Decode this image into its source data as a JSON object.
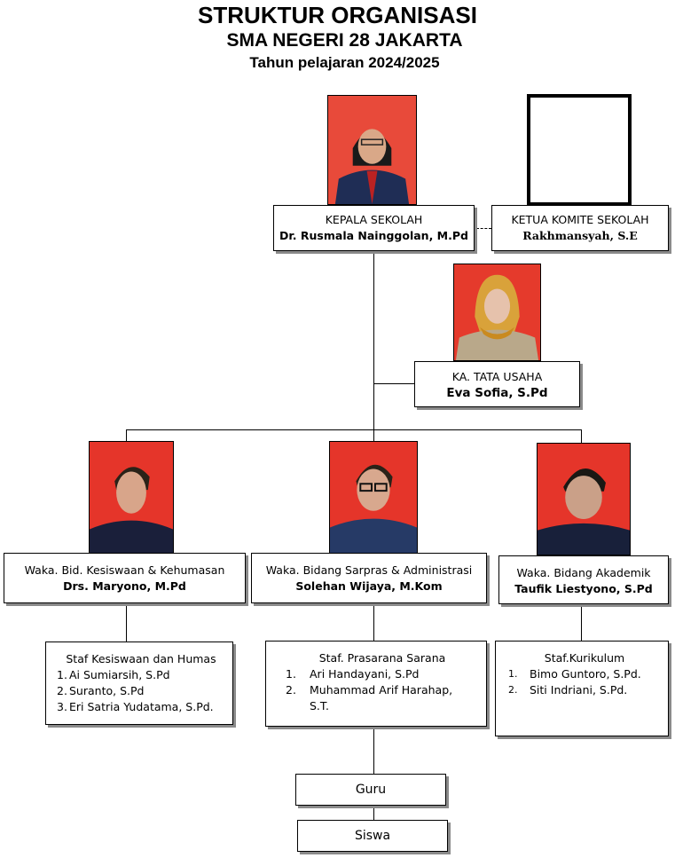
{
  "header": {
    "title": "STRUKTUR ORGANISASI",
    "school": "SMA NEGERI 28 JAKARTA",
    "year": "Tahun pelajaran 2024/2025"
  },
  "principal": {
    "role": "KEPALA SEKOLAH",
    "name": "Dr. Rusmala Nainggolan, M.Pd"
  },
  "committee": {
    "role": "KETUA KOMITE SEKOLAH",
    "name": "Rakhmansyah, S.E"
  },
  "admin_head": {
    "role": "KA. TATA USAHA",
    "name": "Eva Sofia, S.Pd"
  },
  "vice_principals": [
    {
      "role": "Waka. Bid. Kesiswaan & Kehumasan",
      "name": "Drs. Maryono, M.Pd"
    },
    {
      "role": "Waka. Bidang Sarpras & Administrasi",
      "name": "Solehan Wijaya, M.Kom"
    },
    {
      "role": "Waka. Bidang Akademik",
      "name": "Taufik Liestyono, S.Pd"
    }
  ],
  "staff_groups": [
    {
      "title": "Staf Kesiswaan dan Humas",
      "members": [
        {
          "num": "1.",
          "name": "Ai Sumiarsih, S.Pd"
        },
        {
          "num": "2.",
          "name": "Suranto, S.Pd"
        },
        {
          "num": "3.",
          "name": "Eri Satria Yudatama, S.Pd."
        }
      ]
    },
    {
      "title": "Staf. Prasarana  Sarana",
      "members": [
        {
          "num": "1.",
          "name": "Ari Handayani, S.Pd"
        },
        {
          "num": "2.",
          "name": "Muhammad Arif Harahap, S.T."
        }
      ]
    },
    {
      "title": "Staf.Kurikulum",
      "members": [
        {
          "num": "1.",
          "name": "Bimo Guntoro, S.Pd."
        },
        {
          "num": "2.",
          "name": "Siti Indriani, S.Pd."
        }
      ]
    }
  ],
  "teachers": "Guru",
  "students": "Siswa",
  "colors": {
    "photo_bg": "#e8392a",
    "uniform": "#1d2a4f",
    "shadow": "#8a8a8a"
  }
}
